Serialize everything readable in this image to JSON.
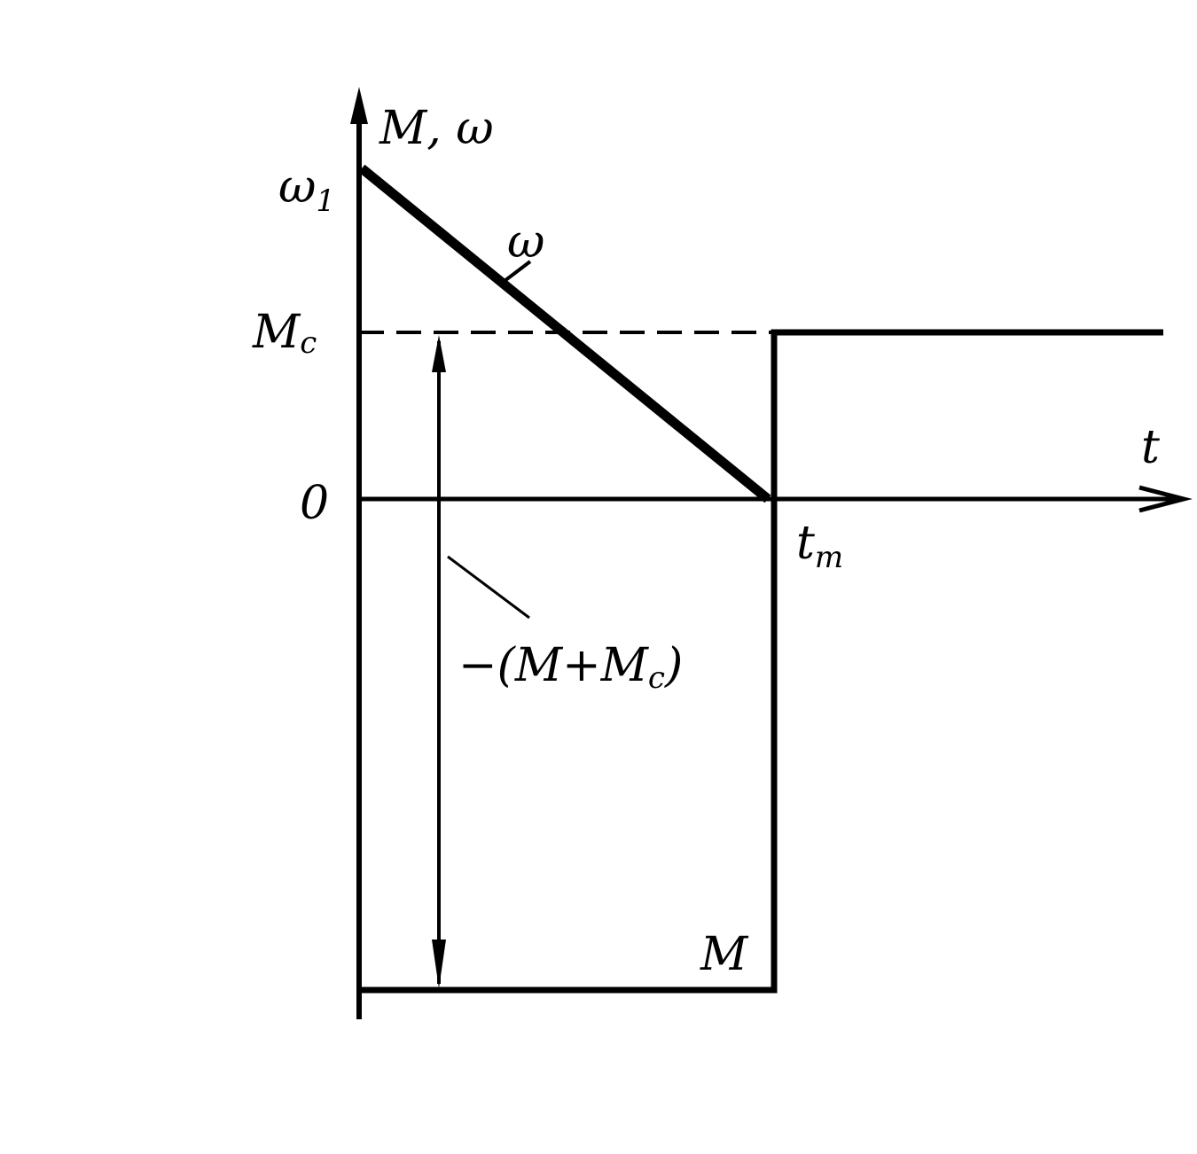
{
  "labels": {
    "y_axis": "M, ω",
    "x_axis": "t",
    "omega_1_main": "ω",
    "omega_1_sub": "1",
    "omega_curve": "ω",
    "mc_main": "M",
    "mc_sub": "c",
    "origin": "0",
    "tt_main": "t",
    "tt_sub": "т",
    "difference_open": "−(M+M",
    "difference_sub": "c",
    "difference_close": ")",
    "m_curve": "M"
  },
  "colors": {
    "ink": "#000000",
    "paper": "#ffffff"
  }
}
